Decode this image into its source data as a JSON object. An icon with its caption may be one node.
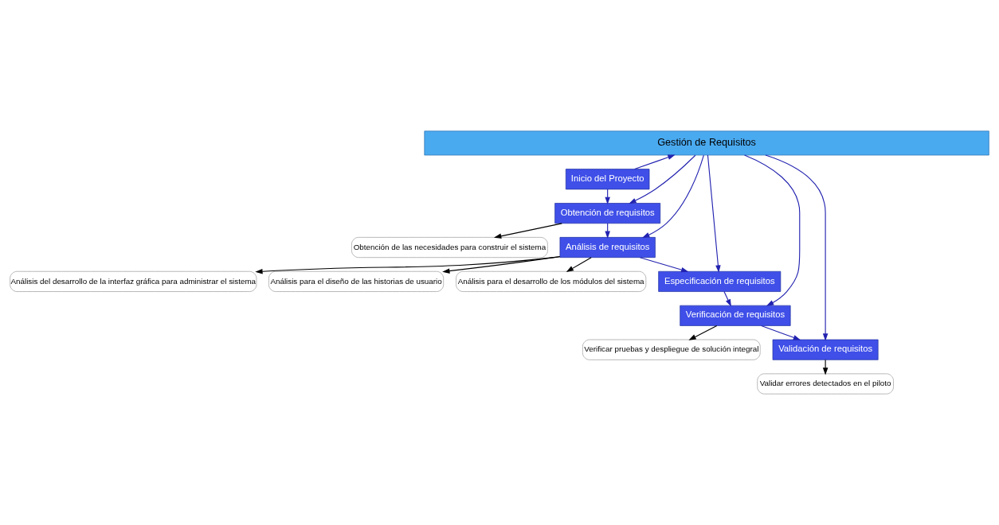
{
  "diagram": {
    "nodes": [
      {
        "text": [
          "Gestión de Requisitos"
        ]
      },
      {
        "text": [
          "Inicio del Proyecto"
        ]
      },
      {
        "text": [
          "Obtención de requisitos"
        ]
      },
      {
        "text": [
          "Análisis de requisitos"
        ]
      },
      {
        "text": [
          "Especificación de requisitos"
        ]
      },
      {
        "text": [
          "Verificación de requisitos"
        ]
      },
      {
        "text": [
          "Validación de requisitos"
        ]
      },
      {
        "text": [
          "Obtención de las necesidades para construir el sistema"
        ]
      },
      {
        "text": [
          "Análisis para el diseño de las historias de usuario"
        ]
      },
      {
        "text": [
          "Análisis para el desarrollo de los módulos del sistema"
        ]
      },
      {
        "text": [
          "Análisis del desarrollo de la interfaz gráfica para administrar el sistema"
        ]
      },
      {
        "text": [
          "Verificar pruebas y despliegue de solución integral"
        ]
      },
      {
        "text": [
          "Validar errores detectados en el piloto"
        ]
      }
    ],
    "edges": [
      {
        "from": 1,
        "to": 0,
        "arrow": "to"
      },
      {
        "from": 0,
        "to": 2,
        "arrow": "to"
      },
      {
        "from": 0,
        "to": 3,
        "arrow": "to"
      },
      {
        "from": 0,
        "to": 4,
        "arrow": "to"
      },
      {
        "from": 0,
        "to": 5,
        "arrow": "to"
      },
      {
        "from": 0,
        "to": 6,
        "arrow": "to"
      },
      {
        "from": 1,
        "to": 2,
        "arrow": "to"
      },
      {
        "from": 2,
        "to": 3,
        "arrow": "to"
      },
      {
        "from": 3,
        "to": 4,
        "arrow": "to"
      },
      {
        "from": 4,
        "to": 5,
        "arrow": "to"
      },
      {
        "from": 5,
        "to": 6,
        "arrow": "to"
      },
      {
        "from": 2,
        "to": 7,
        "arrow": "to",
        "color": "#000000"
      },
      {
        "from": 3,
        "to": 8,
        "arrow": "to",
        "color": "#000000"
      },
      {
        "from": 3,
        "to": 9,
        "arrow": "to",
        "color": "#000000"
      },
      {
        "from": 3,
        "to": 10,
        "arrow": "to",
        "color": "#000000"
      },
      {
        "from": 5,
        "to": 11,
        "arrow": "to",
        "color": "#000000"
      },
      {
        "from": 6,
        "to": 12,
        "arrow": "to",
        "color": "#000000"
      }
    ]
  }
}
